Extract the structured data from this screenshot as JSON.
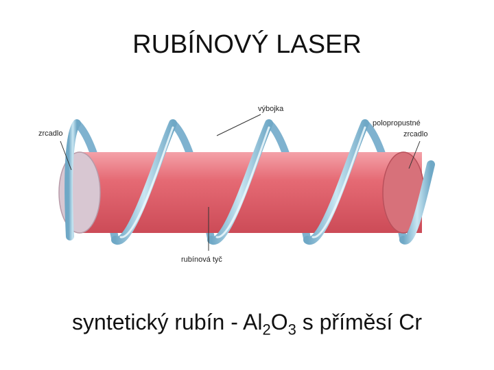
{
  "title": "RUBÍNOVÝ LASER",
  "labels": {
    "mirror": "zrcadlo",
    "flash": "výbojka",
    "semi_mirror_line1": "polopropustné",
    "semi_mirror_line2": "zrcadlo",
    "rod": "rubínová tyč"
  },
  "caption": {
    "prefix": "syntetický rubín -  Al",
    "sub1": "2",
    "mid": "O",
    "sub2": "3",
    "suffix": " s příměsí Cr"
  },
  "colors": {
    "rod_main": "#e56a74",
    "rod_top": "#f4a1a8",
    "rod_bottom": "#cc4b57",
    "left_mirror": "#d8c7d2",
    "right_mirror": "#d7717a",
    "flash_tube": "#8fbfd7",
    "flash_highlight": "#c9e6f2"
  }
}
